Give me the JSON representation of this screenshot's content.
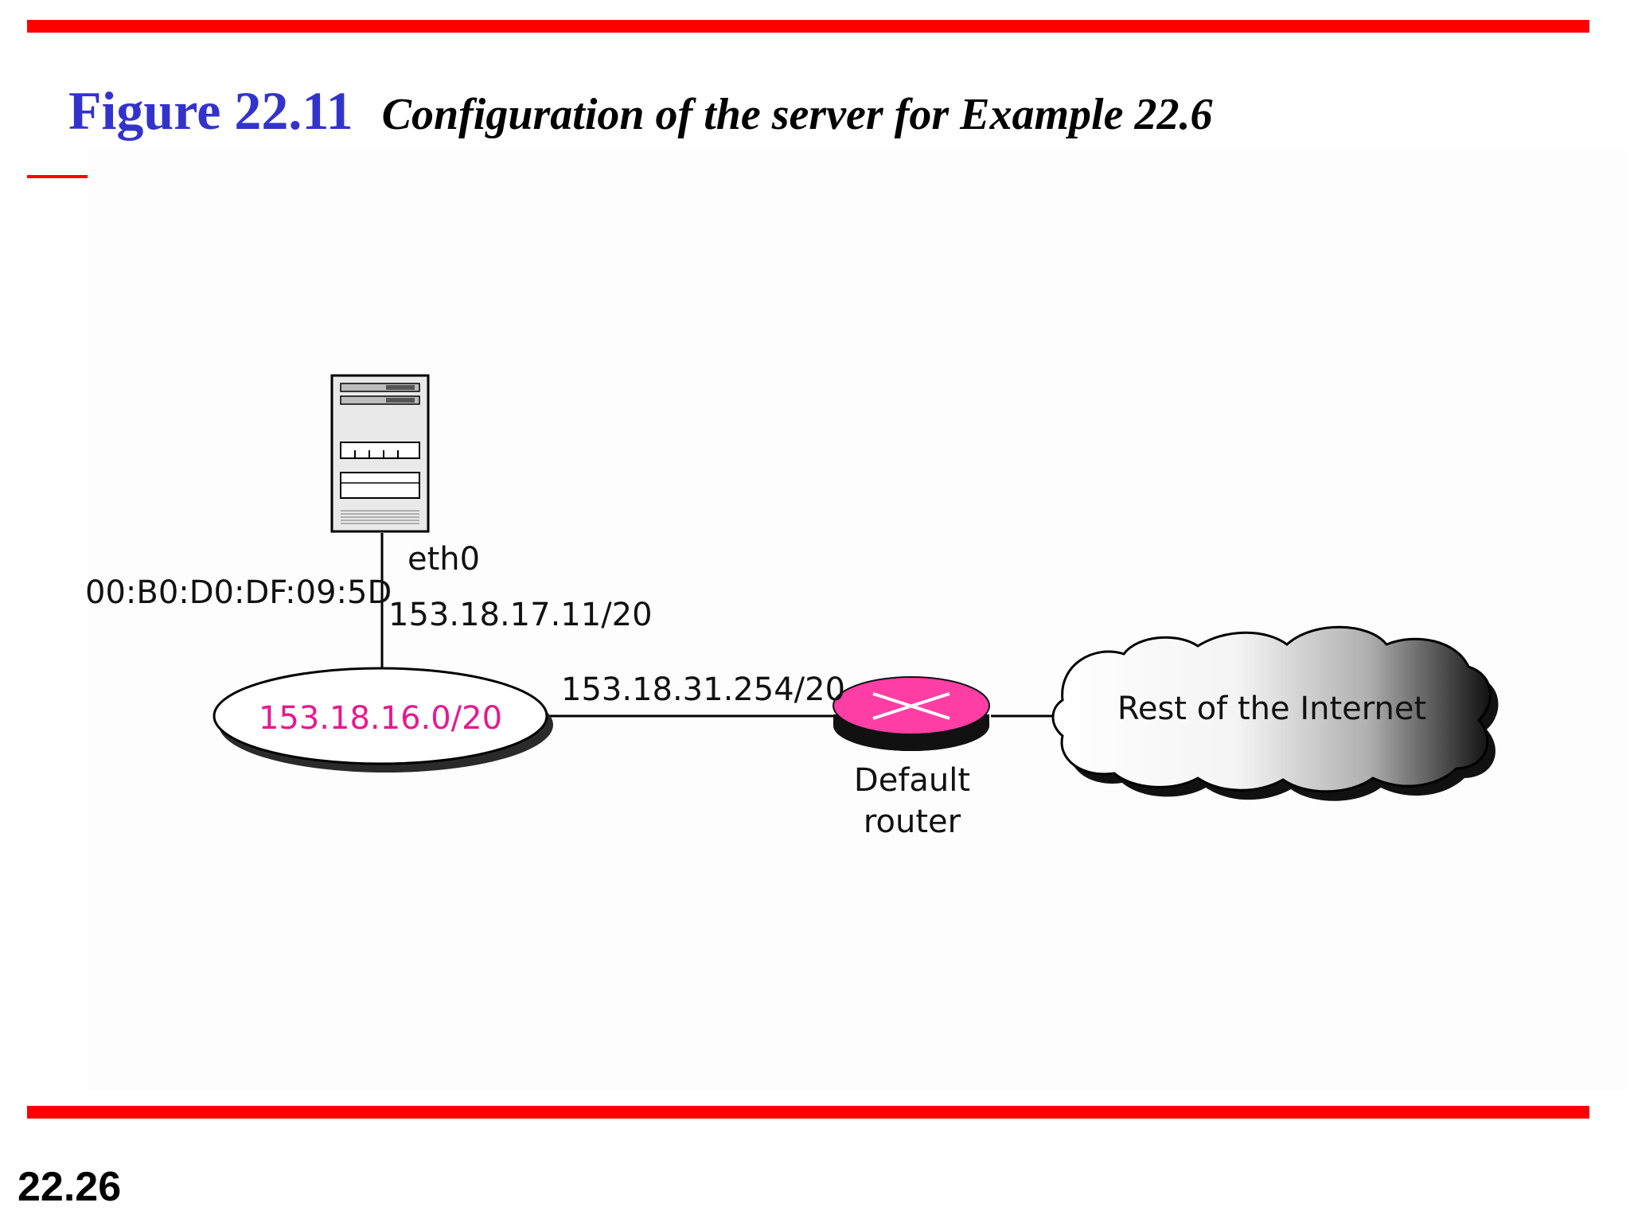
{
  "header": {
    "figure_number": "Figure 22.11",
    "caption": "Configuration of the server for Example 22.6"
  },
  "diagram": {
    "interface_name": "eth0",
    "mac_address": "00:B0:D0:DF:09:5D",
    "server_ip": "153.18.17.11/20",
    "network": "153.18.16.0/20",
    "router_ip": "153.18.31.254/20",
    "router_label_line1": "Default",
    "router_label_line2": "router",
    "internet_label": "Rest of the Internet"
  },
  "footer": {
    "page_number": "22.26"
  },
  "colors": {
    "rule": "#ff0000",
    "figure_number": "#3333cc",
    "network_text": "#e6198f",
    "router_fill": "#ff3ea5"
  }
}
